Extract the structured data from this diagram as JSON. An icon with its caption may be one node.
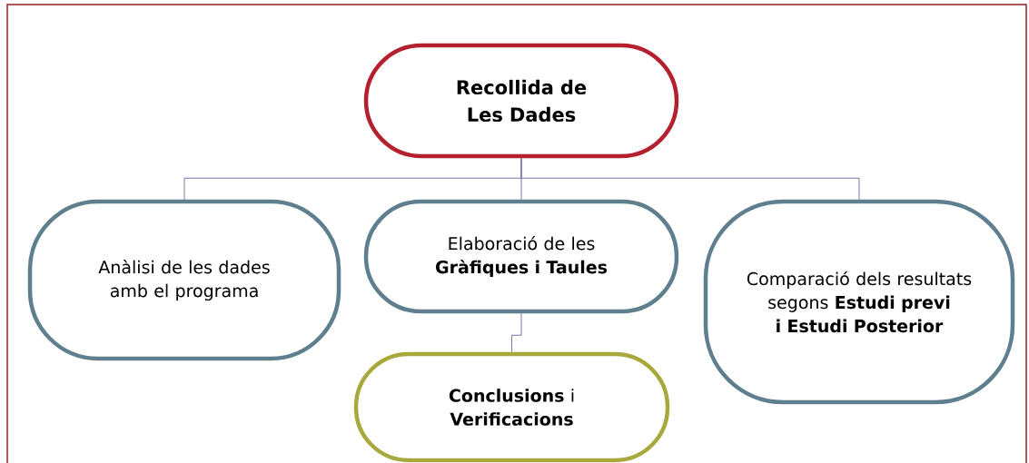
{
  "diagram": {
    "nodes": [
      {
        "text": [
          "Recollida de Les Dades"
        ]
      },
      {
        "text": [
          "Anàlisi de les dades amb el programa"
        ]
      },
      {
        "text": [
          "Elaboració de les **Gràfiques i Taules**"
        ]
      },
      {
        "text": [
          "Comparació dels resultats segons **Estudi previ i Estudi Posterior**"
        ]
      },
      {
        "text": [
          "**Conclusions** i **Verificacions**"
        ]
      }
    ],
    "edges": [
      {
        "from": 0,
        "to": 1,
        "arrow": "none"
      },
      {
        "from": 0,
        "to": 2,
        "arrow": "none"
      },
      {
        "from": 0,
        "to": 3,
        "arrow": "none"
      },
      {
        "from": 2,
        "to": 4,
        "arrow": "none"
      }
    ]
  }
}
